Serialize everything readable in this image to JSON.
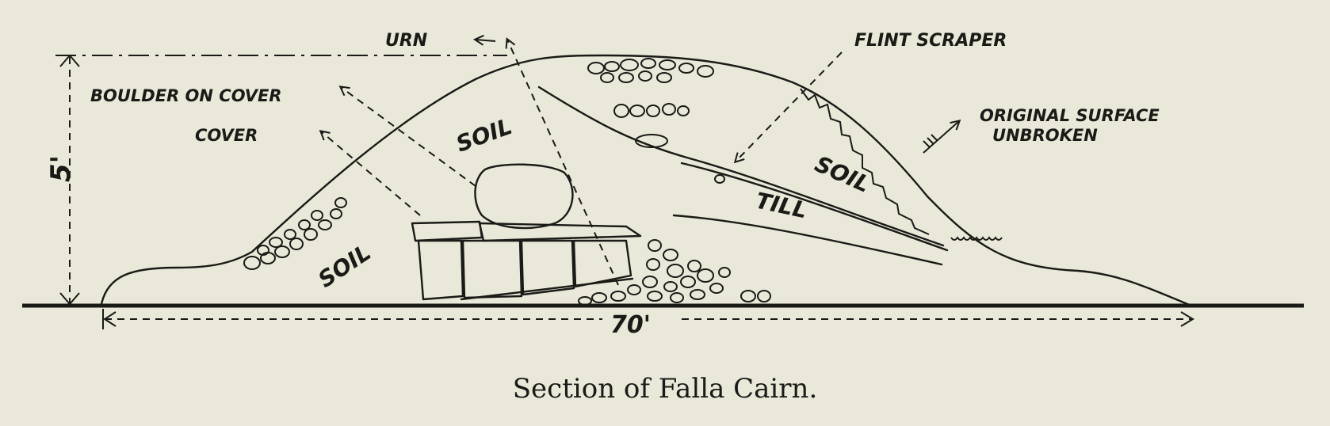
{
  "labels": {
    "urn": "URN",
    "flint_scraper": "FLINT SCRAPER",
    "boulder_on_cover": "BOULDER ON COVER",
    "cover": "COVER",
    "original_surface_line1": "ORIGINAL SURFACE",
    "original_surface_line2": "UNBROKEN",
    "soil_upper_left": "SOIL",
    "soil_lower_left": "SOIL",
    "soil_right": "SOIL",
    "till": "TILL",
    "height_dimension": "5'",
    "width_dimension": "70'"
  },
  "caption": "Section of Falla Cairn."
}
